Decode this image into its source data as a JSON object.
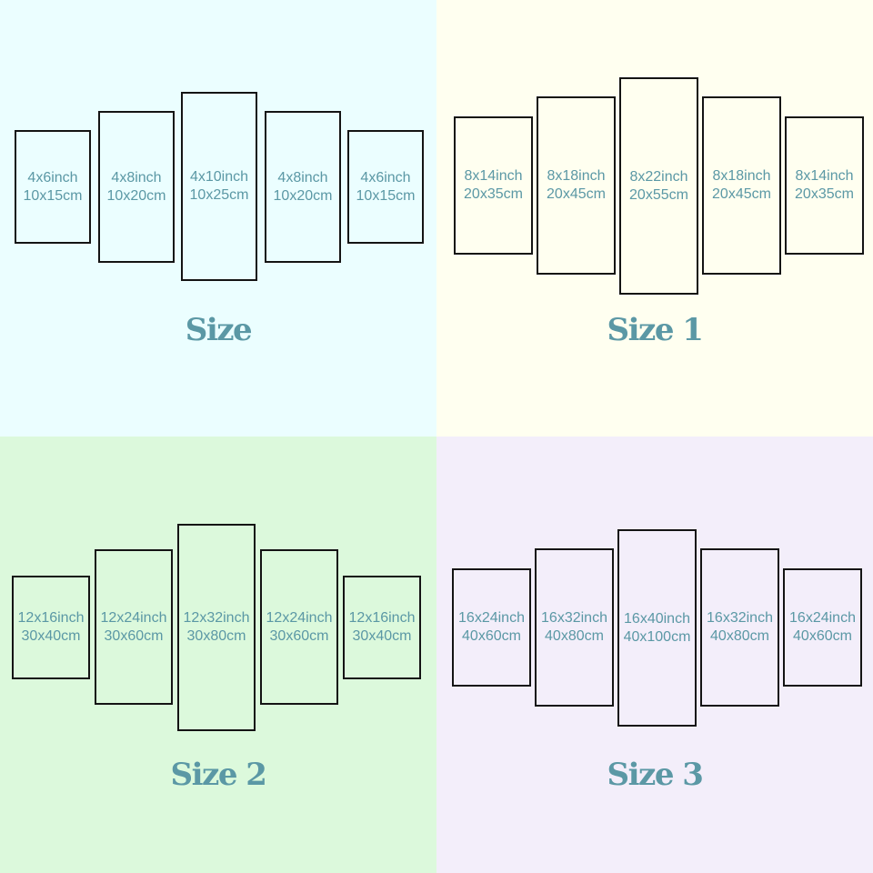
{
  "colors": {
    "text": "#5b98a5",
    "frame": "#141414",
    "backgrounds": [
      "#ebfeff",
      "#fffff0",
      "#dcf9dc",
      "#f3eefa"
    ]
  },
  "sets": [
    {
      "title": "Size",
      "panels": [
        {
          "inch": "4x6inch",
          "cm": "10x15cm"
        },
        {
          "inch": "4x8inch",
          "cm": "10x20cm"
        },
        {
          "inch": "4x10inch",
          "cm": "10x25cm"
        },
        {
          "inch": "4x8inch",
          "cm": "10x20cm"
        },
        {
          "inch": "4x6inch",
          "cm": "10x15cm"
        }
      ]
    },
    {
      "title": "Size 1",
      "panels": [
        {
          "inch": "8x14inch",
          "cm": "20x35cm"
        },
        {
          "inch": "8x18inch",
          "cm": "20x45cm"
        },
        {
          "inch": "8x22inch",
          "cm": "20x55cm"
        },
        {
          "inch": "8x18inch",
          "cm": "20x45cm"
        },
        {
          "inch": "8x14inch",
          "cm": "20x35cm"
        }
      ]
    },
    {
      "title": "Size 2",
      "panels": [
        {
          "inch": "12x16inch",
          "cm": "30x40cm"
        },
        {
          "inch": "12x24inch",
          "cm": "30x60cm"
        },
        {
          "inch": "12x32inch",
          "cm": "30x80cm"
        },
        {
          "inch": "12x24inch",
          "cm": "30x60cm"
        },
        {
          "inch": "12x16inch",
          "cm": "30x40cm"
        }
      ]
    },
    {
      "title": "Size 3",
      "panels": [
        {
          "inch": "16x24inch",
          "cm": "40x60cm"
        },
        {
          "inch": "16x32inch",
          "cm": "40x80cm"
        },
        {
          "inch": "16x40inch",
          "cm": "40x100cm"
        },
        {
          "inch": "16x32inch",
          "cm": "40x80cm"
        },
        {
          "inch": "16x24inch",
          "cm": "40x60cm"
        }
      ]
    }
  ]
}
